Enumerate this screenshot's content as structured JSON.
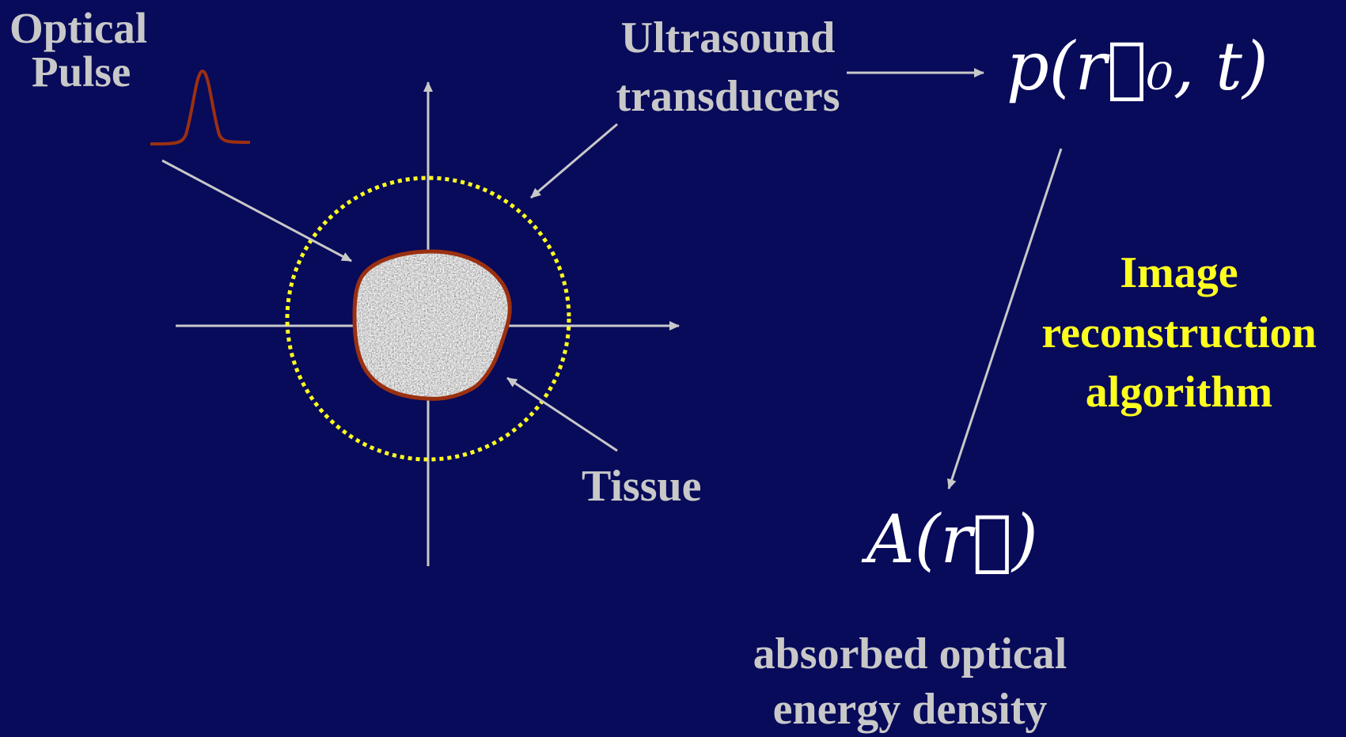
{
  "labels": {
    "optical_pulse": [
      "Optical",
      "Pulse"
    ],
    "ultrasound_transducers": [
      "Ultrasound",
      "transducers"
    ],
    "tissue": "Tissue",
    "image_reconstruction": [
      "Image",
      "reconstruction",
      "algorithm"
    ],
    "absorbed_energy": [
      "absorbed optical",
      "energy density"
    ]
  },
  "math": {
    "pressure_signal": "p(r⃗₀, t)",
    "absorbed_energy_symbol": "A(r⃗)"
  },
  "colors": {
    "background": "#080a5a",
    "label_text": "#c8c8c8",
    "highlight_text": "#ffff1f",
    "arrows": "#c8c8c8",
    "transducer_ring": "#ffff1f",
    "tissue_outline": "#9b3010",
    "pulse_curve": "#9b3010"
  }
}
